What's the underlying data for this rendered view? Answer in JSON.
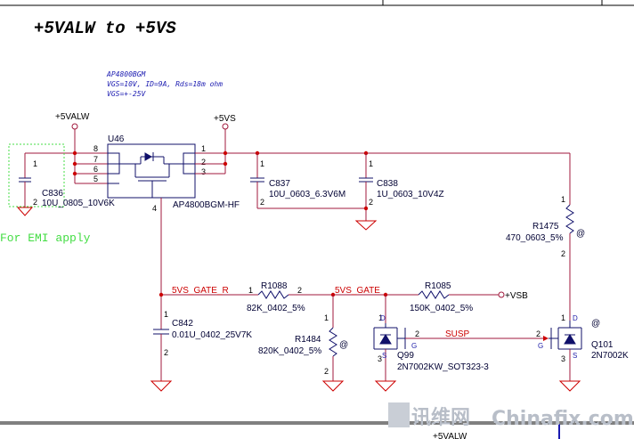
{
  "title": "+5VALW to +5VS",
  "notes": [
    "AP4800BGM",
    "VGS=10V, ID=9A, Rds=18m ohm",
    "VGS=+-25V"
  ],
  "power": {
    "in": "+5VALW",
    "out": "+5VS",
    "vsb": "+VSB",
    "bottom": "+5VALW"
  },
  "emi_note": "For EMI apply",
  "nets": {
    "gate_r": "5VS_GATE_R",
    "gate": "5VS_GATE",
    "susp": "SUSP"
  },
  "u46": {
    "ref": "U46",
    "value": "AP4800BGM-HF",
    "pins": [
      "8",
      "7",
      "6",
      "5",
      "1",
      "2",
      "3",
      "4"
    ]
  },
  "c836": {
    "ref": "C836",
    "value": "10U_0805_10V6K",
    "pin1": "1",
    "pin2": "2"
  },
  "c837": {
    "ref": "C837",
    "value": "10U_0603_6.3V6M",
    "pin1": "1",
    "pin2": "2"
  },
  "c838": {
    "ref": "C838",
    "value": "1U_0603_10V4Z",
    "pin1": "1",
    "pin2": "2"
  },
  "c842": {
    "ref": "C842",
    "value": "0.01U_0402_25V7K",
    "pin1": "1",
    "pin2": "2"
  },
  "r1088": {
    "ref": "R1088",
    "value": "82K_0402_5%",
    "pin1": "1",
    "pin2": "2"
  },
  "r1085": {
    "ref": "R1085",
    "value": "150K_0402_5%"
  },
  "r1484": {
    "ref": "R1484",
    "value": "820K_0402_5%",
    "pin1": "1",
    "pin2": "2",
    "mark": "@"
  },
  "r1475": {
    "ref": "R1475",
    "value": "470_0603_5%",
    "pin1": "1",
    "pin2": "2",
    "mark": "@"
  },
  "q99": {
    "ref": "Q99",
    "value": "2N7002KW_SOT323-3",
    "d": "D",
    "g": "G",
    "s": "S",
    "pin_d": "1",
    "pin_g": "2",
    "pin_s": "3"
  },
  "q101": {
    "ref": "Q101",
    "value": "2N7002K",
    "d": "D",
    "g": "G",
    "s": "S",
    "pin_d": "1",
    "pin_g": "2",
    "pin_s": "3",
    "mark": "@"
  },
  "watermark": {
    "cn": "讯维网",
    "en": "Chinafix.com"
  }
}
